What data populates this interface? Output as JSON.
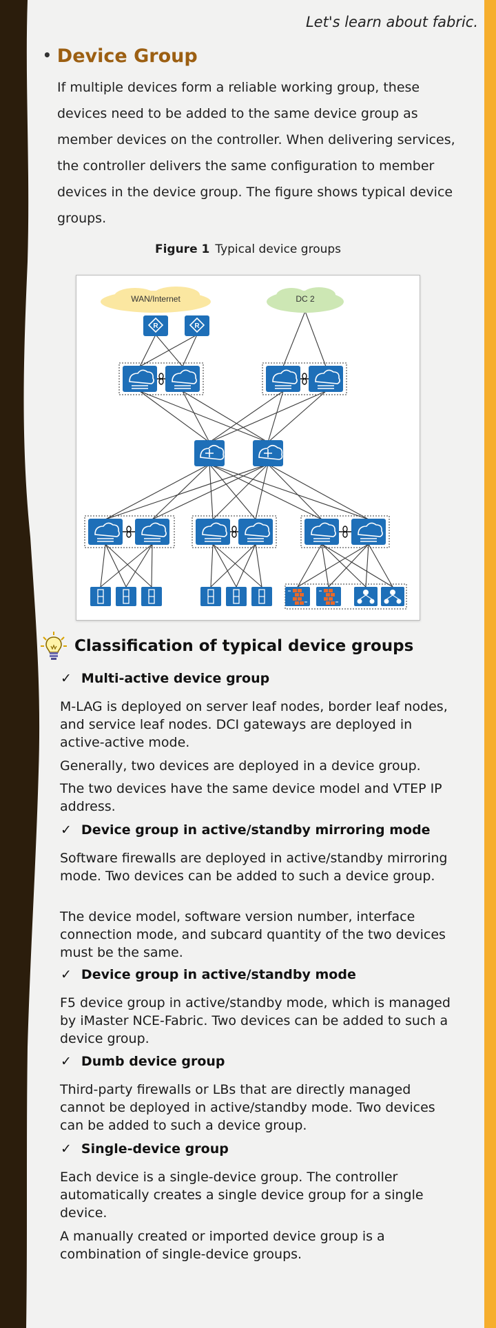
{
  "header": {
    "tagline": "Let's learn about fabric."
  },
  "section": {
    "bullet": "•",
    "title": "Device Group",
    "intro": "If multiple devices form a reliable working group, these devices need to be added to the same device group as member devices on the controller. When delivering services, the controller delivers the same configuration to member devices in the device group. The figure shows typical device groups."
  },
  "figure": {
    "label": "Figure 1",
    "caption": "Typical device groups",
    "cloud_left": "WAN/Internet",
    "cloud_right": "DC 2",
    "cloud_left_color": "#fbe7a1",
    "cloud_right_color": "#cde7b4",
    "device_color": "#1e6fb8"
  },
  "classification": {
    "icon": "lightbulb-icon",
    "heading": "Classification of typical device groups",
    "check": "✓",
    "items": [
      {
        "title": "Multi-active device group",
        "paragraphs": [
          "M-LAG is deployed on server leaf nodes, border leaf nodes, and service leaf nodes. DCI gateways are deployed in active-active mode.",
          "Generally, two devices are deployed in a device group.",
          "The two devices have the same device model and VTEP IP address."
        ]
      },
      {
        "title": "Device group in active/standby mirroring mode",
        "paragraphs": [
          "Software firewalls are deployed in active/standby mirroring mode. Two devices can be added to such a device group.",
          "The device model, software version number, interface connection mode, and subcard quantity of the two devices must be the same."
        ]
      },
      {
        "title": "Device group in active/standby mode",
        "paragraphs": [
          "F5 device group in active/standby mode, which is managed by iMaster NCE-Fabric. Two devices can be added to such a device group."
        ]
      },
      {
        "title": "Dumb device group",
        "paragraphs": [
          "Third-party firewalls or LBs that are directly managed cannot be deployed in active/standby mode. Two devices can be added to such a device group."
        ]
      },
      {
        "title": "Single-device group",
        "paragraphs": [
          "Each device is a single-device group. The controller automatically creates a single device group for a single device.",
          "A manually created or imported device group is a combination of single-device groups."
        ]
      }
    ]
  }
}
